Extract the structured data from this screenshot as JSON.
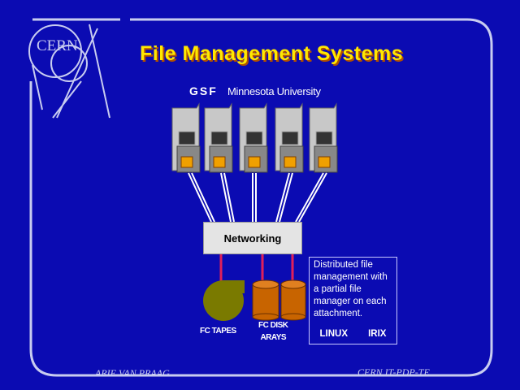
{
  "logo": {
    "text": "CERN"
  },
  "title": "File Management Systems",
  "site": {
    "name": "GSF",
    "subtitle": "Minnesota University"
  },
  "network": {
    "label": "Networking"
  },
  "storage": {
    "tapes": "FC TAPES",
    "disk_line1": "FC DISK",
    "disk_line2": "ARAYS"
  },
  "description": {
    "text": "Distributed file management with a partial file manager on each attachment.",
    "os1": "LINUX",
    "os2": "IRIX"
  },
  "footer": {
    "author": "ARIE VAN PRAAG",
    "group": "CERN IT-PDP-TE"
  },
  "colors": {
    "background": "#0b0bb2",
    "frame": "#c8ccf0",
    "title": "#ffe800",
    "link": "#e0205a"
  }
}
